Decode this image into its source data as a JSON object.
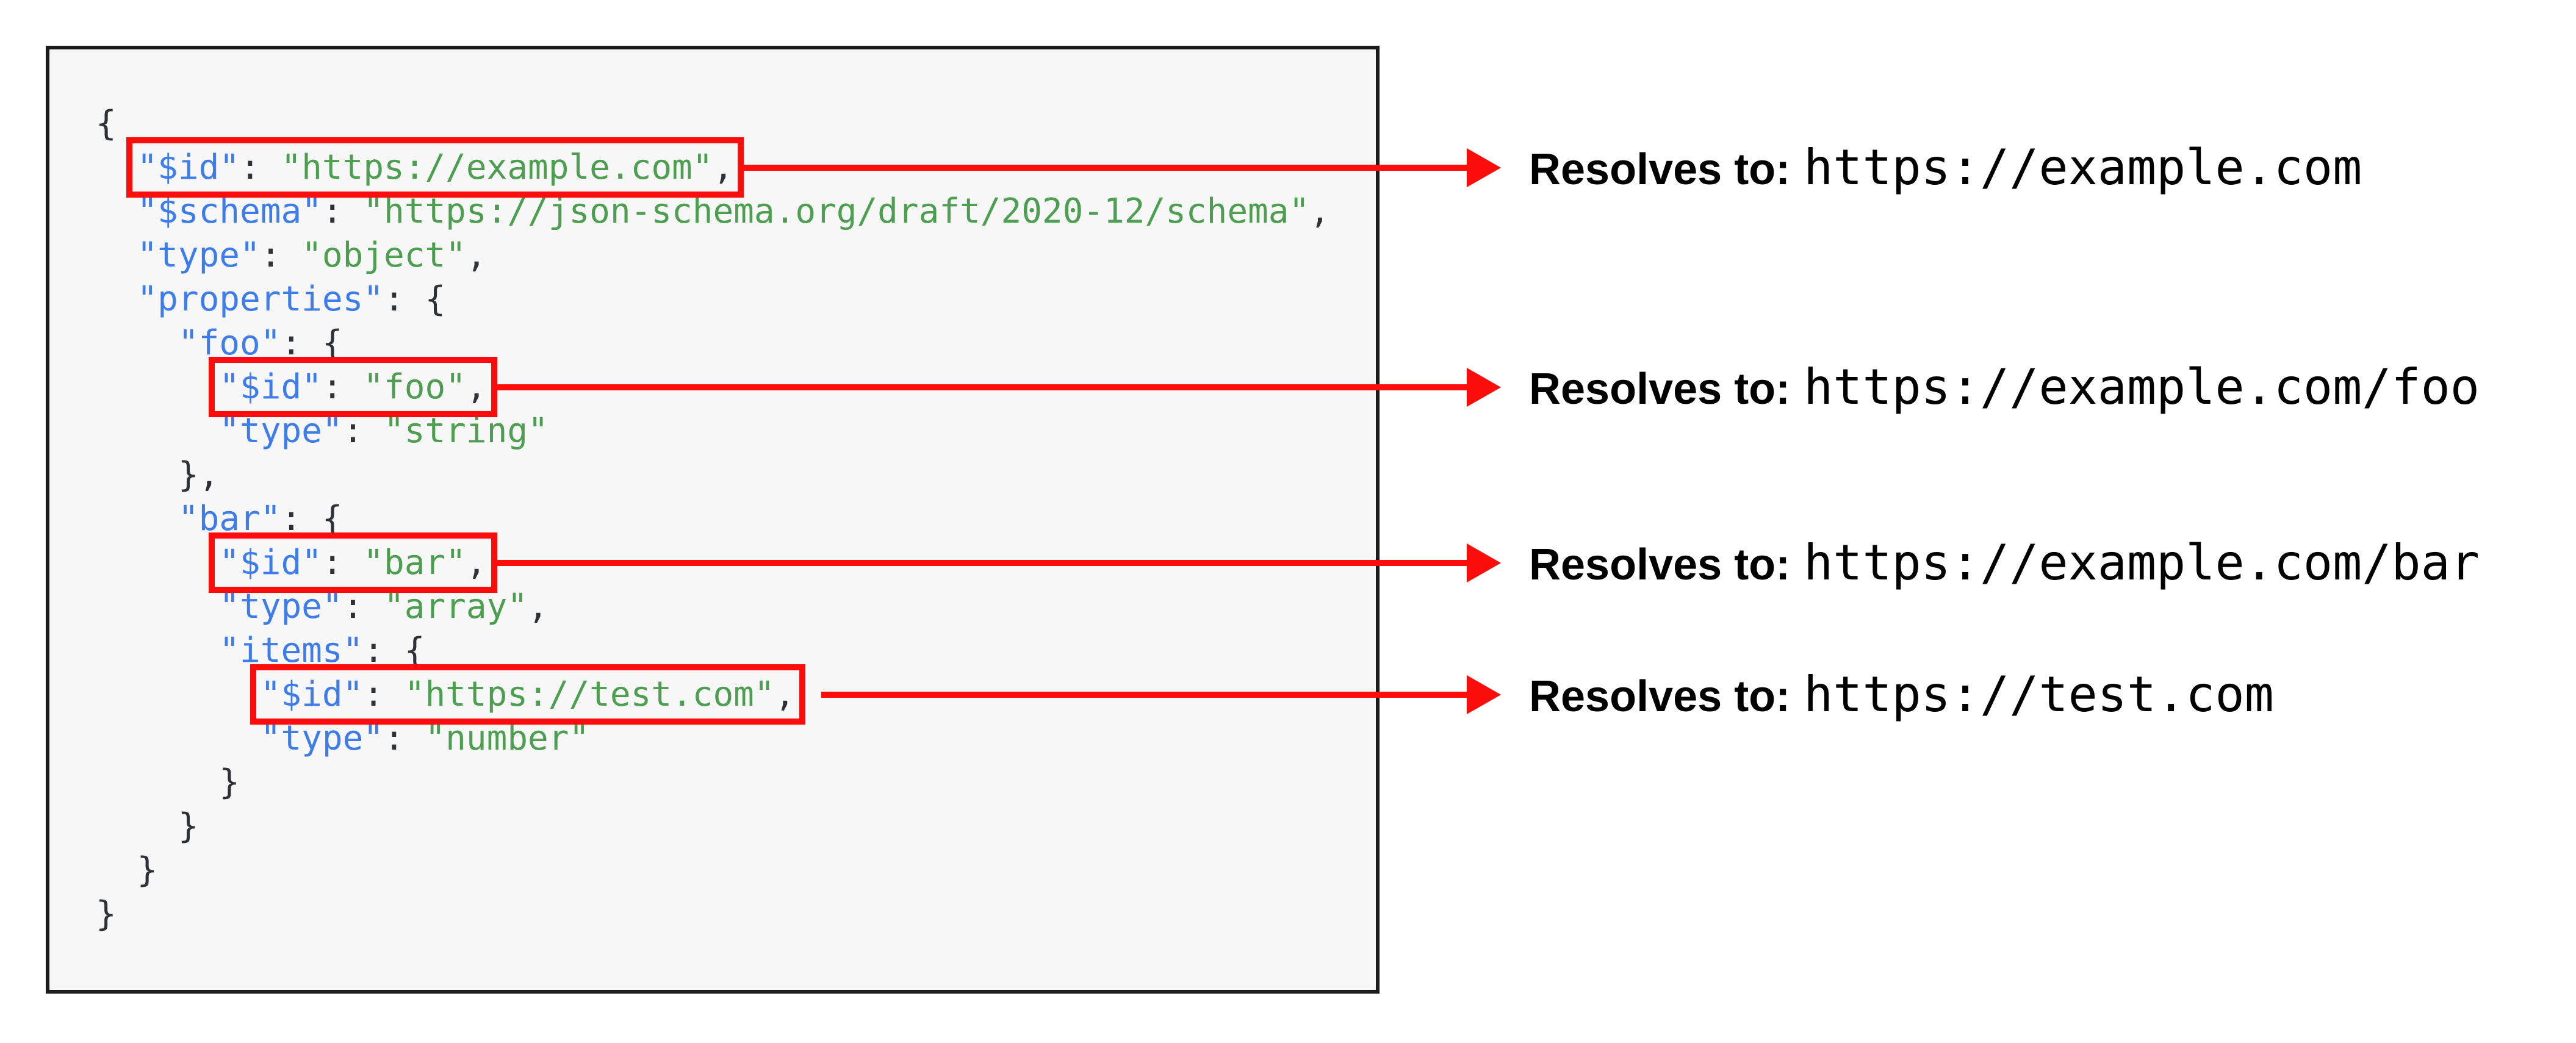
{
  "diagram": {
    "colors": {
      "key_blue": "#3e7de9",
      "string_green": "#4d9e51",
      "punctuation": "#2d3138",
      "highlight_red": "#fa0d0a",
      "code_box_background": "#f7f7f7",
      "code_box_border": "#1b1b1b"
    },
    "code_lines": [
      {
        "indent": 0,
        "highlight": false,
        "segments": [
          {
            "text": "{",
            "type": "punct"
          }
        ]
      },
      {
        "indent": 2,
        "highlight": true,
        "segments": [
          {
            "text": "\"$id\"",
            "type": "key"
          },
          {
            "text": ": ",
            "type": "punct"
          },
          {
            "text": "\"https://example.com\"",
            "type": "string"
          },
          {
            "text": ",",
            "type": "punct"
          }
        ]
      },
      {
        "indent": 2,
        "highlight": false,
        "segments": [
          {
            "text": "\"$schema\"",
            "type": "key"
          },
          {
            "text": ": ",
            "type": "punct"
          },
          {
            "text": "\"https://json-schema.org/draft/2020-12/schema\"",
            "type": "string"
          },
          {
            "text": ",",
            "type": "punct"
          }
        ]
      },
      {
        "indent": 2,
        "highlight": false,
        "segments": [
          {
            "text": "\"type\"",
            "type": "key"
          },
          {
            "text": ": ",
            "type": "punct"
          },
          {
            "text": "\"object\"",
            "type": "string"
          },
          {
            "text": ",",
            "type": "punct"
          }
        ]
      },
      {
        "indent": 2,
        "highlight": false,
        "segments": [
          {
            "text": "\"properties\"",
            "type": "key"
          },
          {
            "text": ": {",
            "type": "punct"
          }
        ]
      },
      {
        "indent": 4,
        "highlight": false,
        "segments": [
          {
            "text": "\"foo\"",
            "type": "key"
          },
          {
            "text": ": {",
            "type": "punct"
          }
        ]
      },
      {
        "indent": 6,
        "highlight": true,
        "segments": [
          {
            "text": "\"$id\"",
            "type": "key"
          },
          {
            "text": ": ",
            "type": "punct"
          },
          {
            "text": "\"foo\"",
            "type": "string"
          },
          {
            "text": ",",
            "type": "punct"
          }
        ]
      },
      {
        "indent": 6,
        "highlight": false,
        "segments": [
          {
            "text": "\"type\"",
            "type": "key"
          },
          {
            "text": ": ",
            "type": "punct"
          },
          {
            "text": "\"string\"",
            "type": "string"
          }
        ]
      },
      {
        "indent": 4,
        "highlight": false,
        "segments": [
          {
            "text": "},",
            "type": "punct"
          }
        ]
      },
      {
        "indent": 4,
        "highlight": false,
        "segments": [
          {
            "text": "\"bar\"",
            "type": "key"
          },
          {
            "text": ": {",
            "type": "punct"
          }
        ]
      },
      {
        "indent": 6,
        "highlight": true,
        "segments": [
          {
            "text": "\"$id\"",
            "type": "key"
          },
          {
            "text": ": ",
            "type": "punct"
          },
          {
            "text": "\"bar\"",
            "type": "string"
          },
          {
            "text": ",",
            "type": "punct"
          }
        ]
      },
      {
        "indent": 6,
        "highlight": false,
        "segments": [
          {
            "text": "\"type\"",
            "type": "key"
          },
          {
            "text": ": ",
            "type": "punct"
          },
          {
            "text": "\"array\"",
            "type": "string"
          },
          {
            "text": ",",
            "type": "punct"
          }
        ]
      },
      {
        "indent": 6,
        "highlight": false,
        "segments": [
          {
            "text": "\"items\"",
            "type": "key"
          },
          {
            "text": ": {",
            "type": "punct"
          }
        ]
      },
      {
        "indent": 8,
        "highlight": true,
        "segments": [
          {
            "text": "\"$id\"",
            "type": "key"
          },
          {
            "text": ": ",
            "type": "punct"
          },
          {
            "text": "\"https://test.com\"",
            "type": "string"
          },
          {
            "text": ",",
            "type": "punct"
          }
        ]
      },
      {
        "indent": 8,
        "highlight": false,
        "segments": [
          {
            "text": "\"type\"",
            "type": "key"
          },
          {
            "text": ": ",
            "type": "punct"
          },
          {
            "text": "\"number\"",
            "type": "string"
          }
        ]
      },
      {
        "indent": 6,
        "highlight": false,
        "segments": [
          {
            "text": "}",
            "type": "punct"
          }
        ]
      },
      {
        "indent": 4,
        "highlight": false,
        "segments": [
          {
            "text": "}",
            "type": "punct"
          }
        ]
      },
      {
        "indent": 2,
        "highlight": false,
        "segments": [
          {
            "text": "}",
            "type": "punct"
          }
        ]
      },
      {
        "indent": 0,
        "highlight": false,
        "segments": [
          {
            "text": "}",
            "type": "punct"
          }
        ]
      }
    ],
    "annotations": [
      {
        "label": "Resolves to:",
        "value": "https://example.com"
      },
      {
        "label": "Resolves to:",
        "value": "https://example.com/foo"
      },
      {
        "label": "Resolves to:",
        "value": "https://example.com/bar"
      },
      {
        "label": "Resolves to:",
        "value": "https://test.com"
      }
    ]
  }
}
